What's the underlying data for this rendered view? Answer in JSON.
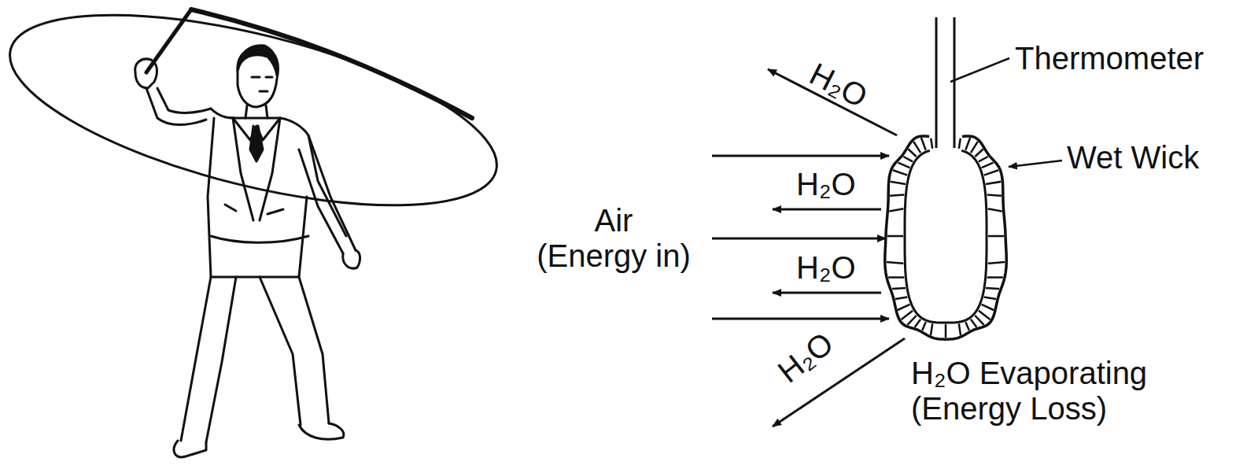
{
  "diagram": {
    "labels": [
      "H₂O",
      "Thermometer",
      "Wet Wick",
      "H₂O",
      "Air (Energy in)",
      "H₂O",
      "H₂O",
      "H₂O Evaporating (Energy Loss)"
    ]
  }
}
